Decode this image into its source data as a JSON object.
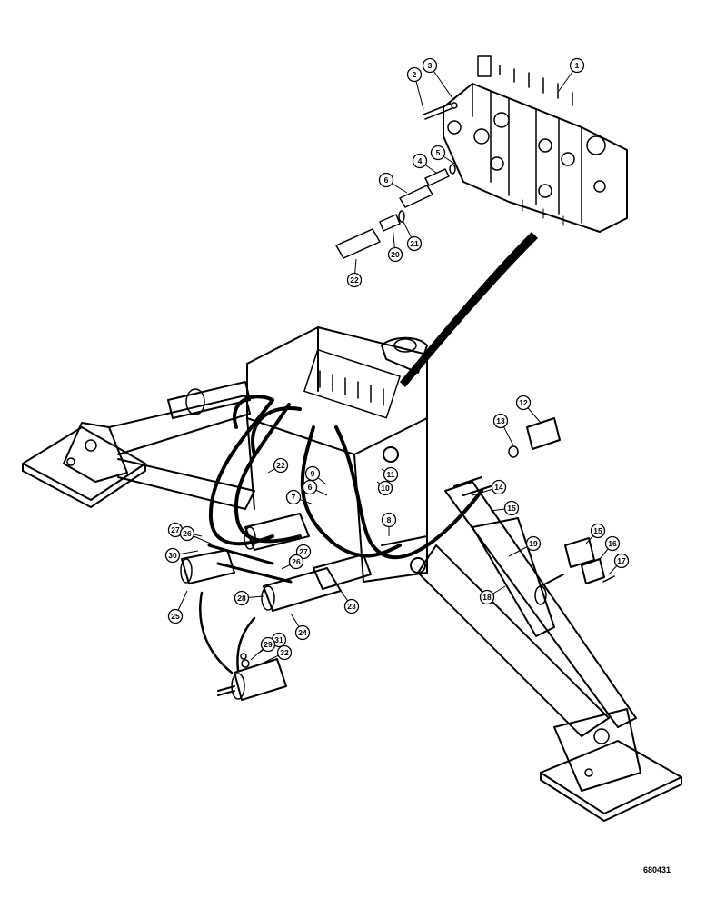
{
  "figure": {
    "reference_number": "680431"
  },
  "callouts": [
    {
      "label": "1"
    },
    {
      "label": "2"
    },
    {
      "label": "3"
    },
    {
      "label": "4"
    },
    {
      "label": "5"
    },
    {
      "label": "6"
    },
    {
      "label": "20"
    },
    {
      "label": "21"
    },
    {
      "label": "22"
    },
    {
      "label": "12"
    },
    {
      "label": "13"
    },
    {
      "label": "14"
    },
    {
      "label": "15"
    },
    {
      "label": "9"
    },
    {
      "label": "6"
    },
    {
      "label": "7"
    },
    {
      "label": "22"
    },
    {
      "label": "11"
    },
    {
      "label": "10"
    },
    {
      "label": "8"
    },
    {
      "label": "27"
    },
    {
      "label": "26"
    },
    {
      "label": "30"
    },
    {
      "label": "27"
    },
    {
      "label": "26"
    },
    {
      "label": "25"
    },
    {
      "label": "28"
    },
    {
      "label": "23"
    },
    {
      "label": "24"
    },
    {
      "label": "31"
    },
    {
      "label": "29"
    },
    {
      "label": "32"
    },
    {
      "label": "19"
    },
    {
      "label": "18"
    },
    {
      "label": "15"
    },
    {
      "label": "16"
    },
    {
      "label": "17"
    }
  ]
}
